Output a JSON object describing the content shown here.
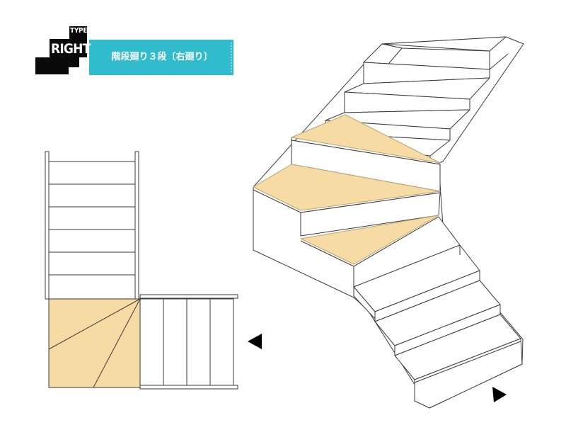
{
  "badge": {
    "type_label": "TYPE",
    "direction_label": "RIGHT",
    "title": "階段廻り３段〔右廻り〕"
  },
  "colors": {
    "tread_highlight": "#f7dba5",
    "tread_highlight_edge": "#b9a472",
    "banner": "#31bcce",
    "badge_dark": "#0a0a0a",
    "line": "#3a3a3a",
    "arrow": "#000000"
  },
  "icons": {
    "entry_arrow": "left-triangle-arrow-icon",
    "exit_arrow": "right-triangle-arrow-icon"
  }
}
